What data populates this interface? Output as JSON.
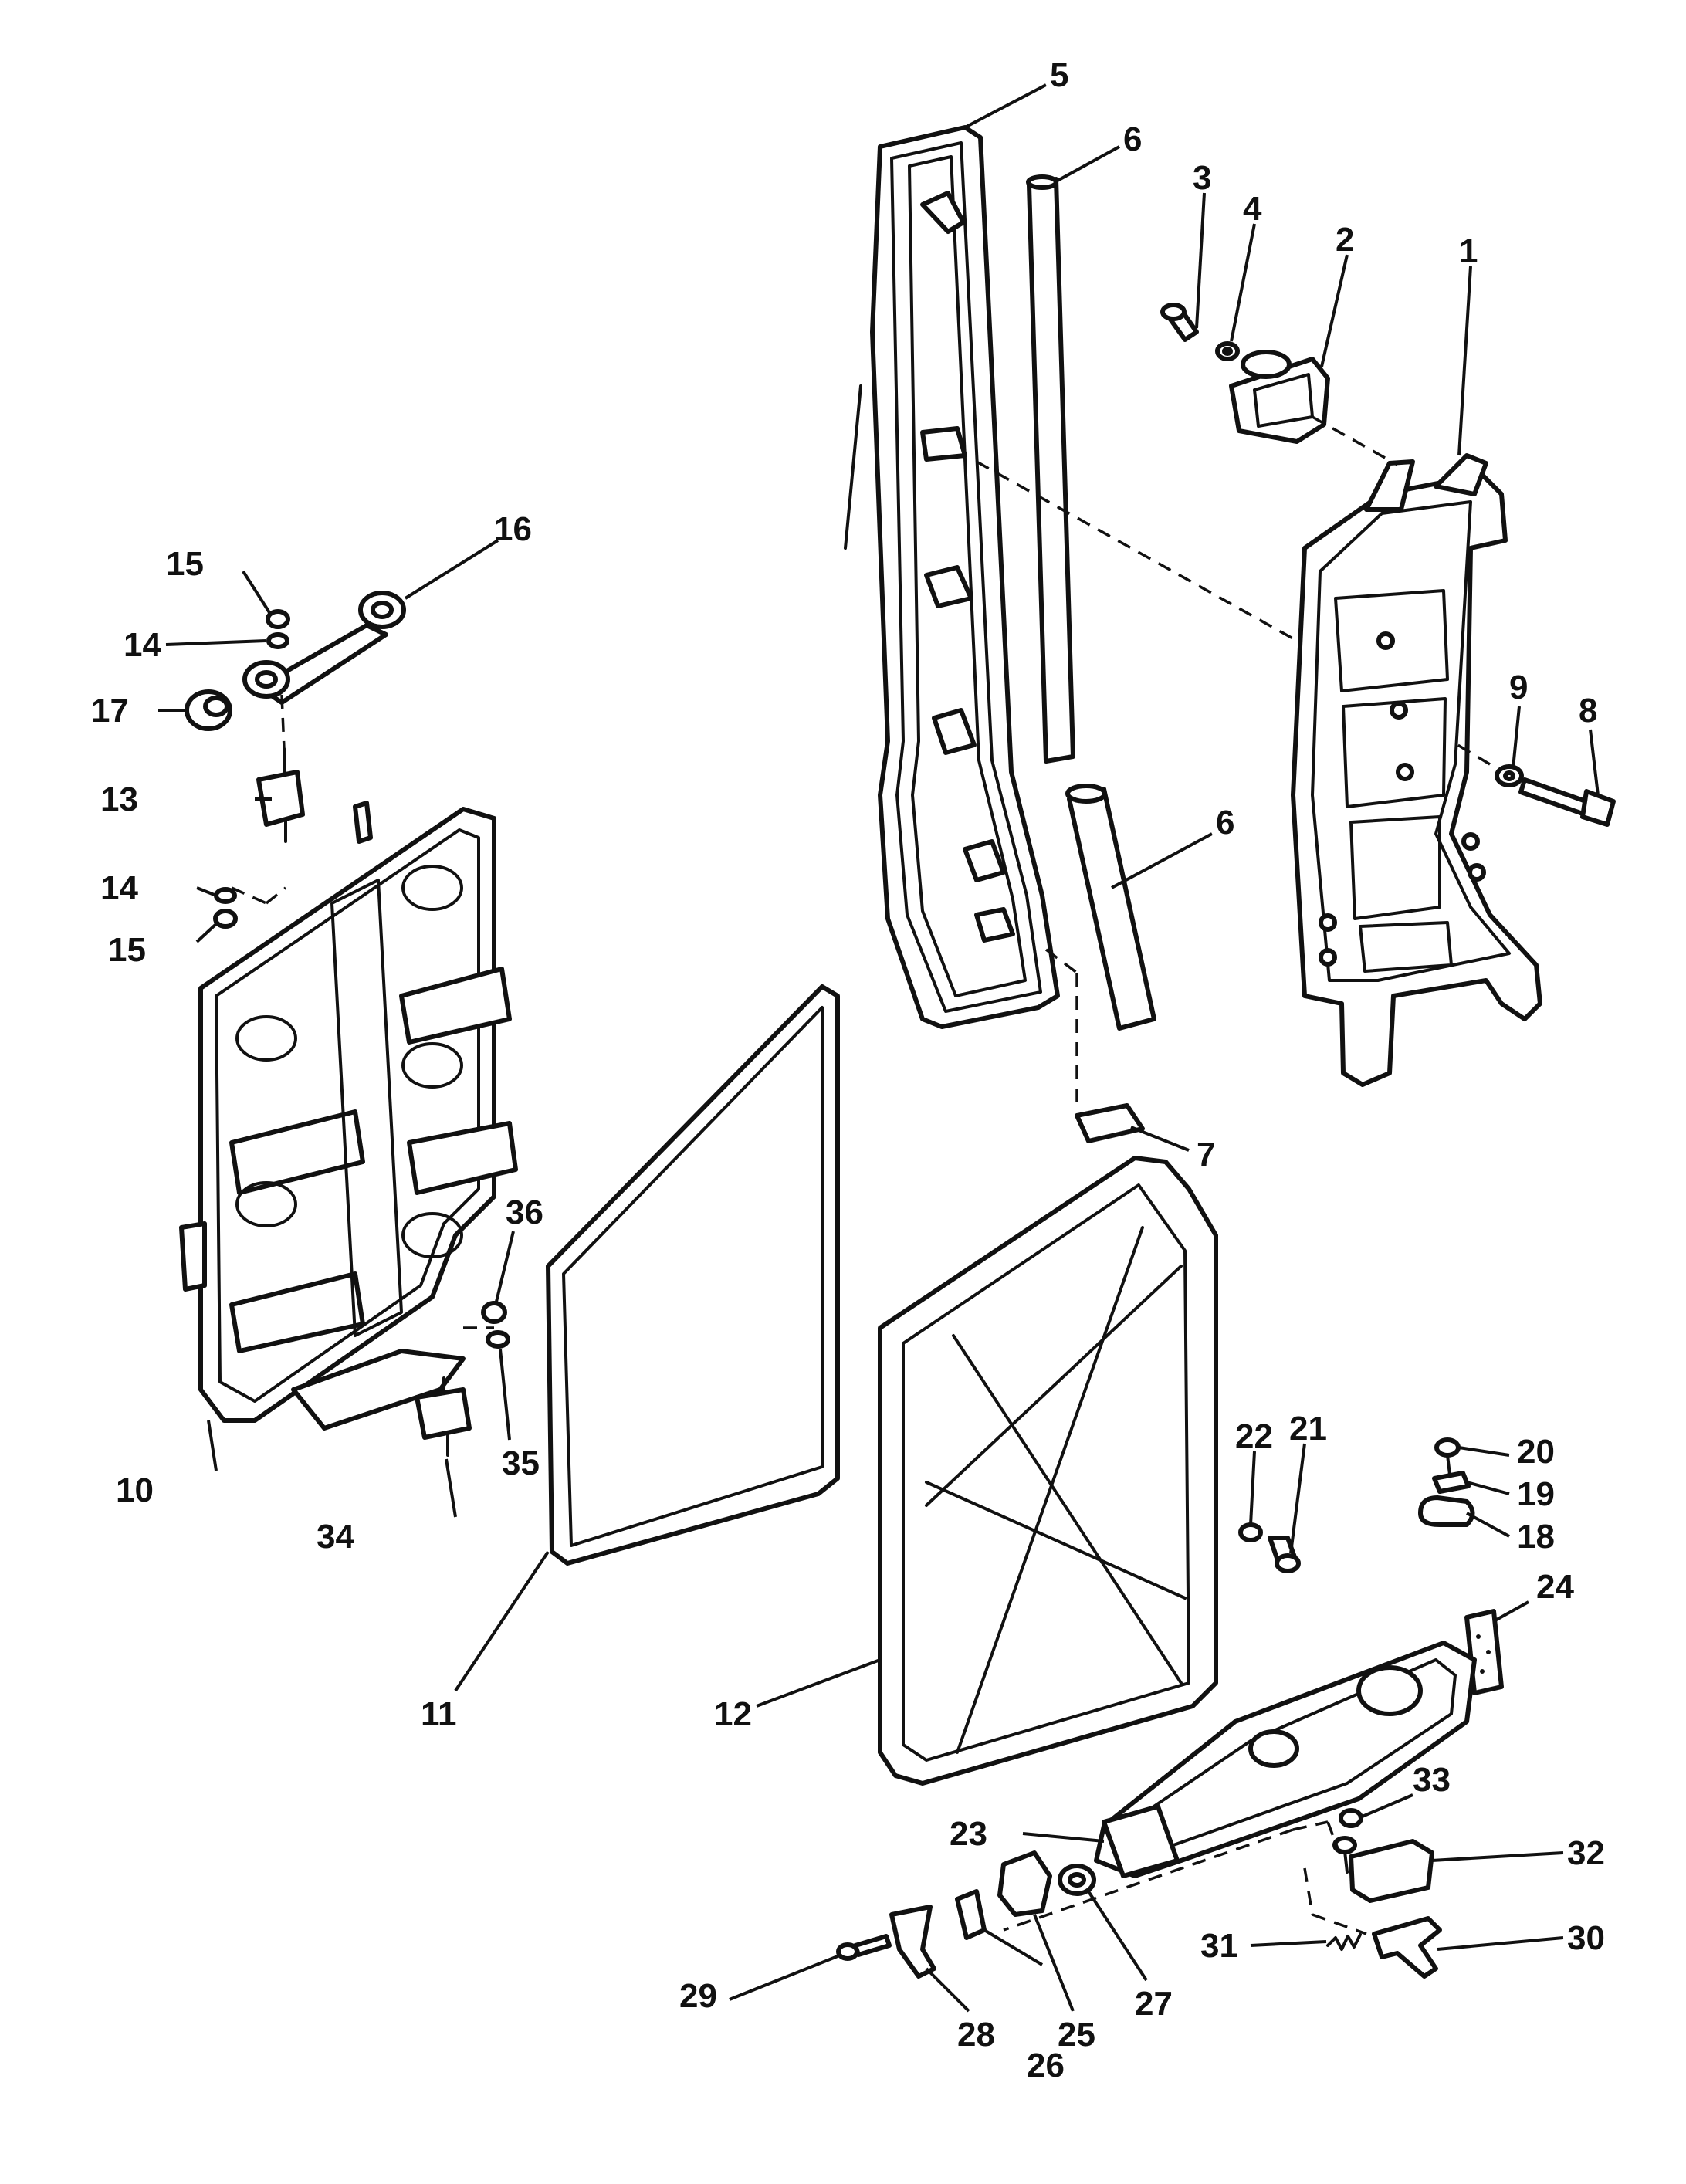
{
  "callouts": {
    "c1": "1",
    "c2": "2",
    "c3": "3",
    "c4": "4",
    "c5": "5",
    "c6a": "6",
    "c6b": "6",
    "c7": "7",
    "c8": "8",
    "c9": "9",
    "c10": "10",
    "c11": "11",
    "c12": "12",
    "c13": "13",
    "c14a": "14",
    "c14b": "14",
    "c15a": "15",
    "c15b": "15",
    "c16": "16",
    "c17": "17",
    "c18": "18",
    "c19": "19",
    "c20": "20",
    "c21": "21",
    "c22": "22",
    "c23": "23",
    "c24": "24",
    "c25": "25",
    "c26": "26",
    "c27": "27",
    "c28": "28",
    "c29": "29",
    "c30": "30",
    "c31": "31",
    "c32": "32",
    "c33": "33",
    "c34": "34",
    "c35": "35",
    "c36": "36"
  }
}
